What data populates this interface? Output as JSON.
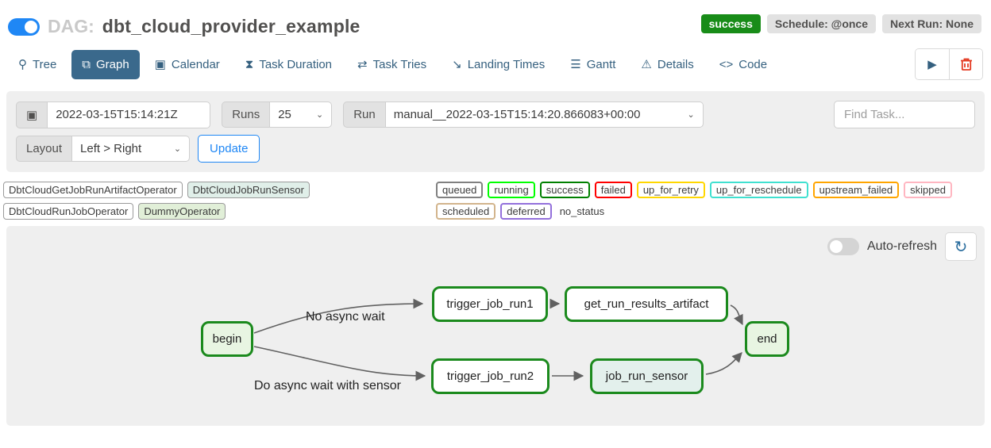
{
  "header": {
    "dag_prefix": "DAG:",
    "dag_title": "dbt_cloud_provider_example",
    "status_badge": "success",
    "schedule_badge": "Schedule: @once",
    "next_run_badge": "Next Run: None"
  },
  "tabs": [
    {
      "label": "Tree",
      "icon": "⚲",
      "active": false
    },
    {
      "label": "Graph",
      "icon": "⧉",
      "active": true
    },
    {
      "label": "Calendar",
      "icon": "▣",
      "active": false
    },
    {
      "label": "Task Duration",
      "icon": "⧗",
      "active": false
    },
    {
      "label": "Task Tries",
      "icon": "⇄",
      "active": false
    },
    {
      "label": "Landing Times",
      "icon": "↘",
      "active": false
    },
    {
      "label": "Gantt",
      "icon": "☰",
      "active": false
    },
    {
      "label": "Details",
      "icon": "⚠",
      "active": false
    },
    {
      "label": "Code",
      "icon": "<>",
      "active": false
    }
  ],
  "actions": {
    "play_icon": "▶"
  },
  "filters": {
    "calendar_icon": "▣",
    "date_value": "2022-03-15T15:14:21Z",
    "runs_label": "Runs",
    "runs_value": "25",
    "run_label": "Run",
    "run_value": "manual__2022-03-15T15:14:20.866083+00:00",
    "chevron": "⌄",
    "find_task_placeholder": "Find Task...",
    "layout_label": "Layout",
    "layout_value": "Left > Right",
    "update_label": "Update"
  },
  "legend": {
    "operators": [
      {
        "label": "DbtCloudGetJobRunArtifactOperator",
        "bg": "#ffffff"
      },
      {
        "label": "DbtCloudJobRunSensor",
        "bg": "#e0efe9"
      },
      {
        "label": "DbtCloudRunJobOperator",
        "bg": "#ffffff"
      },
      {
        "label": "DummyOperator",
        "bg": "#e1efd8"
      }
    ],
    "statuses": [
      {
        "label": "queued",
        "border": "#808080"
      },
      {
        "label": "running",
        "border": "#00ff00"
      },
      {
        "label": "success",
        "border": "#008000"
      },
      {
        "label": "failed",
        "border": "#ff0000"
      },
      {
        "label": "up_for_retry",
        "border": "#ffd700"
      },
      {
        "label": "up_for_reschedule",
        "border": "#40e0d0"
      },
      {
        "label": "upstream_failed",
        "border": "#ffa500"
      },
      {
        "label": "skipped",
        "border": "#ffb6c1"
      },
      {
        "label": "scheduled",
        "border": "#d2b48c"
      },
      {
        "label": "deferred",
        "border": "#9370db"
      }
    ],
    "no_status_label": "no_status"
  },
  "graph": {
    "auto_refresh_label": "Auto-refresh",
    "refresh_icon": "↻",
    "nodes": [
      {
        "label": "begin",
        "fill": "#e8f5e2"
      },
      {
        "label": "trigger_job_run1",
        "fill": "#ffffff"
      },
      {
        "label": "get_run_results_artifact",
        "fill": "#ffffff"
      },
      {
        "label": "end",
        "fill": "#e8f5e2"
      },
      {
        "label": "trigger_job_run2",
        "fill": "#ffffff"
      },
      {
        "label": "job_run_sensor",
        "fill": "#e3f0ec"
      }
    ],
    "edge_labels": [
      {
        "text": "No async wait"
      },
      {
        "text": "Do async wait with sensor"
      }
    ]
  },
  "colors": {
    "accent_blue": "#1f87f5",
    "active_tab": "#3a698c",
    "success_green": "#188c18",
    "node_border_green": "#1b8a1d",
    "edge_gray": "#616161"
  }
}
